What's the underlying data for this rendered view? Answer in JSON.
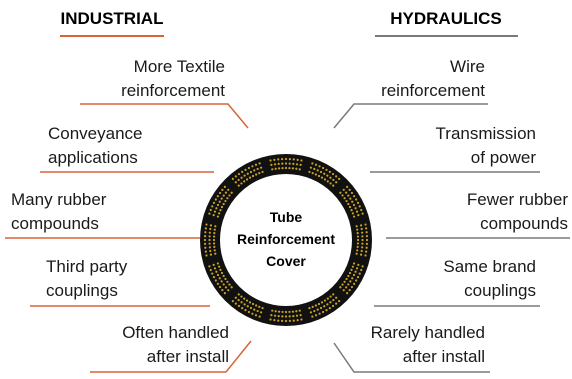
{
  "colors": {
    "industrial_line": "#d9643a",
    "hydraulics_line": "#7a7a7a",
    "ring_fill": "#111111",
    "ring_dots": "#c9a227"
  },
  "headings": {
    "industrial": "INDUSTRIAL",
    "hydraulics": "HYDRAULICS"
  },
  "center": {
    "line1": "Tube",
    "line2": "Reinforcement",
    "line3": "Cover"
  },
  "industrial_items": [
    {
      "line1": "More Textile",
      "line2": "reinforcement"
    },
    {
      "line1": "Conveyance",
      "line2": "applications"
    },
    {
      "line1": "Many rubber",
      "line2": "compounds"
    },
    {
      "line1": "Third party",
      "line2": "couplings"
    },
    {
      "line1": "Often handled",
      "line2": "after install"
    }
  ],
  "hydraulics_items": [
    {
      "line1": "Wire",
      "line2": "reinforcement"
    },
    {
      "line1": "Transmission",
      "line2": "of power"
    },
    {
      "line1": "Fewer rubber",
      "line2": "compounds"
    },
    {
      "line1": "Same brand",
      "line2": "couplings"
    },
    {
      "line1": "Rarely handled",
      "line2": "after install"
    }
  ]
}
